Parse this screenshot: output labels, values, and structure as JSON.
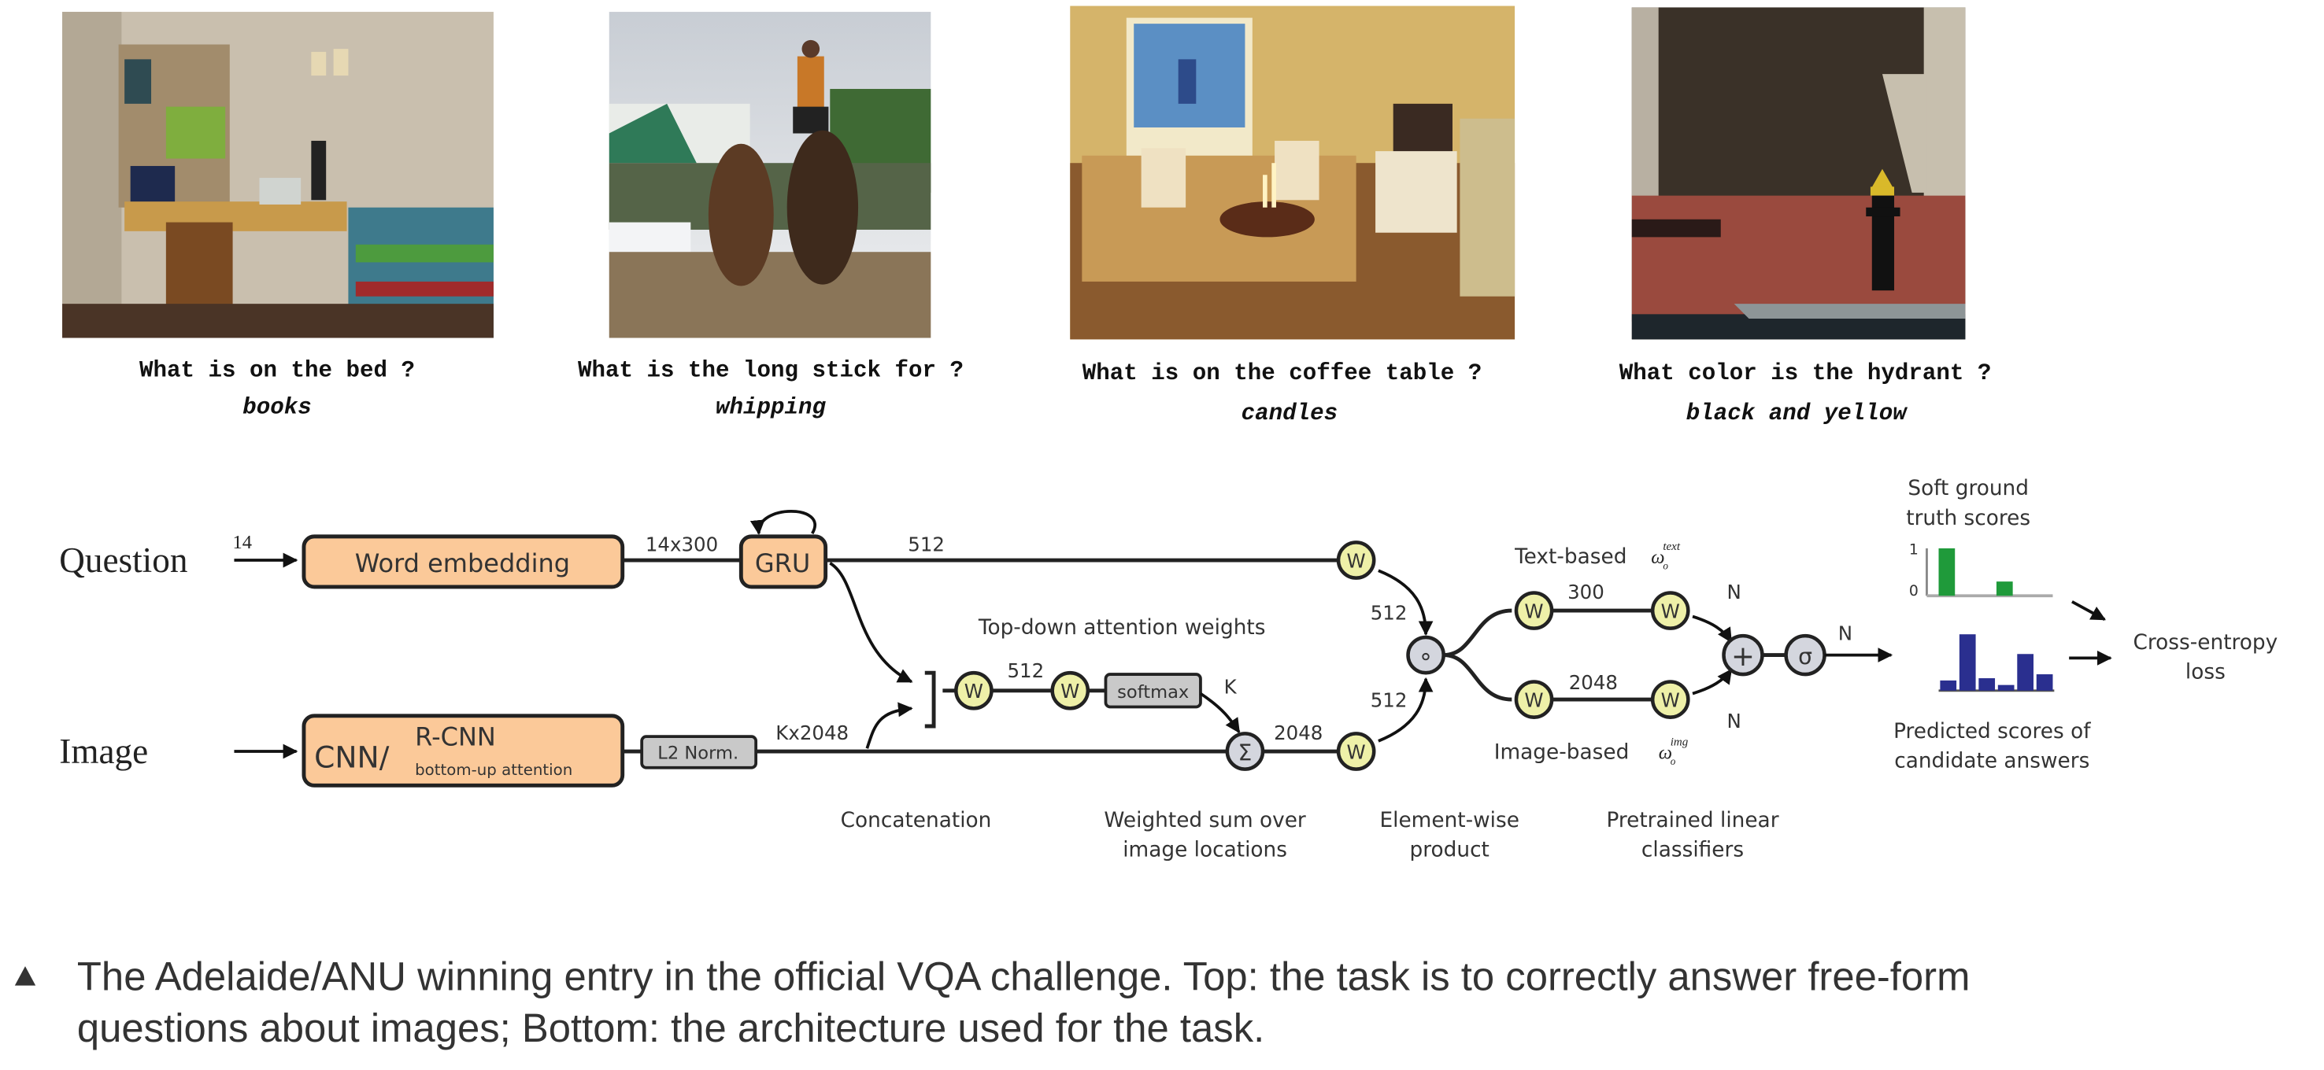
{
  "examples": [
    {
      "question": "What is on the bed ?",
      "answer": "books",
      "scene": "bedroom desk with bookshelf, laptop and striped bed"
    },
    {
      "question": "What is the long stick for ?",
      "answer": "whipping",
      "scene": "rider standing on two horses in arena"
    },
    {
      "question": "What is on the coffee table ?",
      "answer": "candles",
      "scene": "living room with sofa, candles and TV"
    },
    {
      "question": "What color is the hydrant ?",
      "answer": "black and yellow",
      "scene": "black hydrant with yellow cap on brick sidewalk"
    }
  ],
  "diagram": {
    "inputs": {
      "question": "Question",
      "image": "Image"
    },
    "dims": {
      "q_len": "14",
      "emb": "14x300",
      "gru_out": "512",
      "img_feat": "Kx2048",
      "att_hidden": "512",
      "k": "K",
      "att_out": "2048",
      "q_proj": "512",
      "v_proj": "512",
      "text_hidden": "300",
      "img_hidden": "2048",
      "n_top": "N",
      "n_bottom": "N",
      "n_out": "N"
    },
    "boxes": {
      "word_embedding": "Word embedding",
      "gru": "GRU",
      "cnn": "CNN/",
      "rcnn": "R-CNN",
      "bottom_up": "bottom-up attention",
      "l2norm": "L2 Norm.",
      "softmax": "softmax"
    },
    "nodes": {
      "w": "W",
      "product": "∘",
      "sum": "Σ",
      "plus": "+",
      "sigma": "σ"
    },
    "labels": {
      "top_down": "Top-down attention weights",
      "text_based": "Text-based",
      "text_sym": "ω",
      "text_sub": "o",
      "text_sup": "text",
      "image_based": "Image-based",
      "img_sup": "img",
      "soft_gt_1": "Soft ground",
      "soft_gt_2": "truth scores",
      "predicted_1": "Predicted scores of",
      "predicted_2": "candidate answers",
      "loss_1": "Cross-entropy",
      "loss_2": "loss",
      "concat": "Concatenation",
      "wsum_1": "Weighted sum over",
      "wsum_2": "image locations",
      "elem_1": "Element-wise",
      "elem_2": "product",
      "pre_1": "Pretrained linear",
      "pre_2": "classifiers",
      "axis_1": "1",
      "axis_0": "0"
    },
    "colors": {
      "box_orange": "#fbc999",
      "box_gray": "#c9c9c9",
      "w_yellow": "#eef0a8",
      "op_gray": "#d4d6de",
      "gt_green": "#1f9a3a",
      "pred_blue": "#2a2f8f"
    },
    "soft_gt_scores": [
      1.0,
      0,
      0,
      0.3,
      0,
      0
    ],
    "predicted_scores": [
      0.18,
      1.0,
      0.22,
      0.1,
      0.65,
      0.29
    ]
  },
  "caption": {
    "icon": "triangle-up-icon",
    "line1": "The Adelaide/ANU winning entry in the official VQA challenge. Top: the task is to correctly answer free-form",
    "line2": "questions about images; Bottom: the architecture used for the task."
  }
}
